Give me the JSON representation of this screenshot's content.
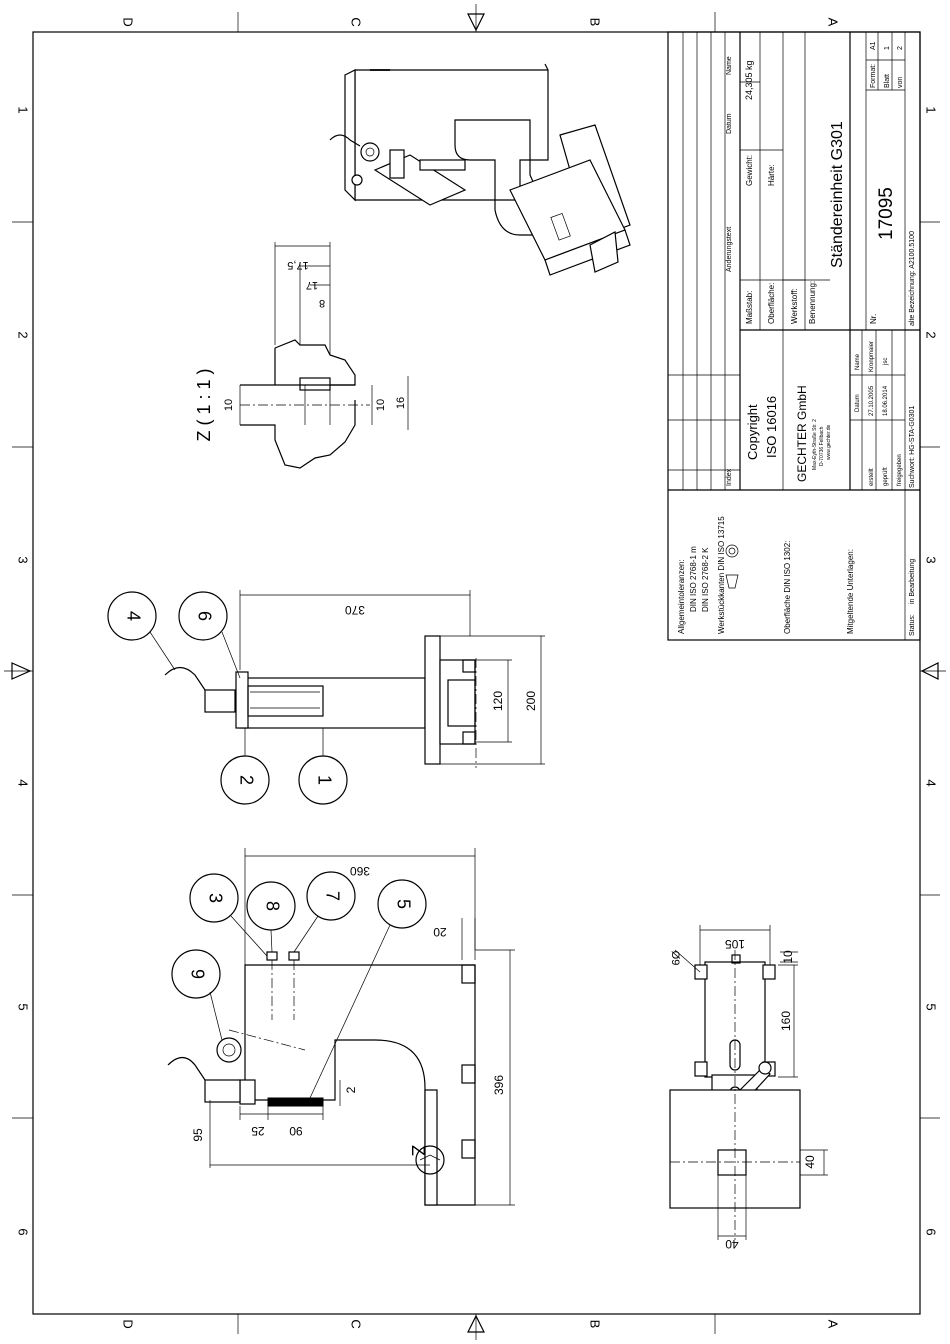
{
  "frame": {
    "zones_letters": [
      "D",
      "C",
      "B",
      "A"
    ],
    "zones_numbers": [
      "1",
      "2",
      "3",
      "4",
      "5",
      "6"
    ]
  },
  "title_block": {
    "aenderungstext_label": "Änderungstext",
    "datum_label": "Datum",
    "name_label": "Name",
    "index_label": "Index",
    "massstab_label": "Maßstab:",
    "gewicht_label": "Gewicht:",
    "gewicht_value": "24,305 kg",
    "oberflaeche_label": "Oberfläche:",
    "haerte_label": "Härte:",
    "werkstoff_label": "Werkstoff:",
    "benennung_label": "Benennung:",
    "benennung_value": "Ständereinheit G301",
    "nr_label": "Nr.",
    "nr_value": "17095",
    "alte_bezeichnung": "alte Bezeichnung: A2100.5100",
    "suchwort": "Suchwort: HG-STA-G0301",
    "format_label": "Format:",
    "format_value": "A1",
    "blatt_label": "Blatt",
    "blatt_value": "1",
    "von_label": "von",
    "von_value": "2",
    "copyright_1": "Copyright",
    "copyright_2": "ISO 16016",
    "company": "GECHTER GmbH",
    "addr_1": "Max-Eyth-Straße Str. 2",
    "addr_2": "D-70736 Fellbach",
    "addr_3": "www.gechter.de",
    "rows": {
      "head_datum": "Datum",
      "head_name": "Name",
      "erstellt_label": "erstellt",
      "erstellt_date": "27.10.2005",
      "erstellt_name": "Kronpmaier",
      "geprueft_label": "geprüft",
      "geprueft_date": "18.06.2014",
      "geprueft_name": "jsc",
      "freigegeben_label": "freigegeben"
    },
    "allgemein_1": "Allgemeintoleranzen:",
    "allgemein_2": "DIN ISO 2768-1 m",
    "allgemein_3": "DIN ISO 2768-2 K",
    "werkstueck": "Werkstückkanten DIN ISO 13715",
    "oberflaeche_din": "Oberfläche DIN ISO 1302:",
    "mitgeltende": "Mitgeltende Unterlagen:",
    "status_label": "Status:",
    "status_value": "in Bearbeitung"
  },
  "detail_view": {
    "title": "Z ( 1 : 1 )",
    "dims": [
      "17,5",
      "17",
      "8",
      "10",
      "10",
      "16"
    ]
  },
  "side_view": {
    "dims": [
      "370",
      "120",
      "200"
    ],
    "balloons": [
      "4",
      "6",
      "2",
      "1"
    ]
  },
  "front_view": {
    "dims": [
      "360",
      "20",
      "396",
      "2",
      "95",
      "25",
      "90"
    ],
    "balloons": [
      "3",
      "8",
      "7",
      "5",
      "9"
    ],
    "z_label": "Z"
  },
  "top_view": {
    "dims": [
      "105",
      "10",
      "160",
      "40",
      "40",
      "Ø9"
    ]
  }
}
